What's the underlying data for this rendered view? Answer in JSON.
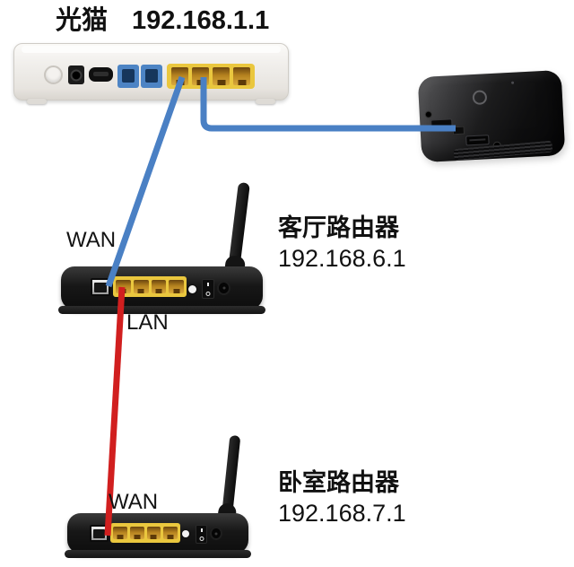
{
  "modem": {
    "name": "光猫",
    "ip": "192.168.1.1"
  },
  "living_room_router": {
    "name": "客厅路由器",
    "ip": "192.168.6.1",
    "wan_label": "WAN",
    "lan_label": "LAN"
  },
  "bedroom_router": {
    "name": "卧室路由器",
    "ip": "192.168.7.1",
    "wan_label": "WAN"
  },
  "colors": {
    "cable_wan_blue": "#4a80c4",
    "cable_lan_red": "#d11f1f",
    "lan_panel_yellow": "#eac73e",
    "phone_port_blue": "#4d84c4"
  }
}
